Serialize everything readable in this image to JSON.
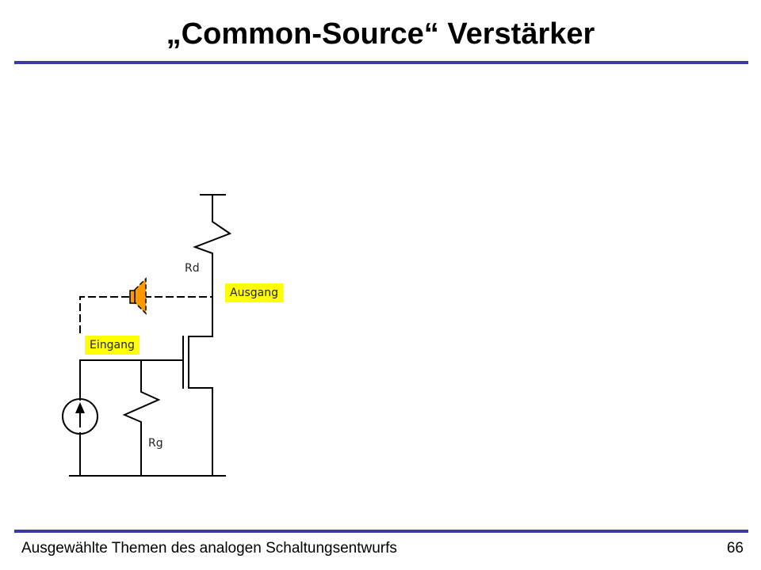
{
  "slide": {
    "title": "„Common-Source“ Verstärker",
    "footer_left": "Ausgewählte Themen des analogen Schaltungsentwurfs",
    "page_number": "66"
  },
  "circuit": {
    "labels": {
      "rd": "Rd",
      "rg": "Rg",
      "input": "Eingang",
      "output": "Ausgang"
    },
    "colors": {
      "wire": "#000000",
      "speaker": "#ff9900",
      "tag_background": "#ffff00",
      "rule": "#3a3aa0"
    },
    "icons": [
      "current-source-icon",
      "speaker-icon",
      "resistor-icon",
      "mosfet-icon"
    ]
  }
}
